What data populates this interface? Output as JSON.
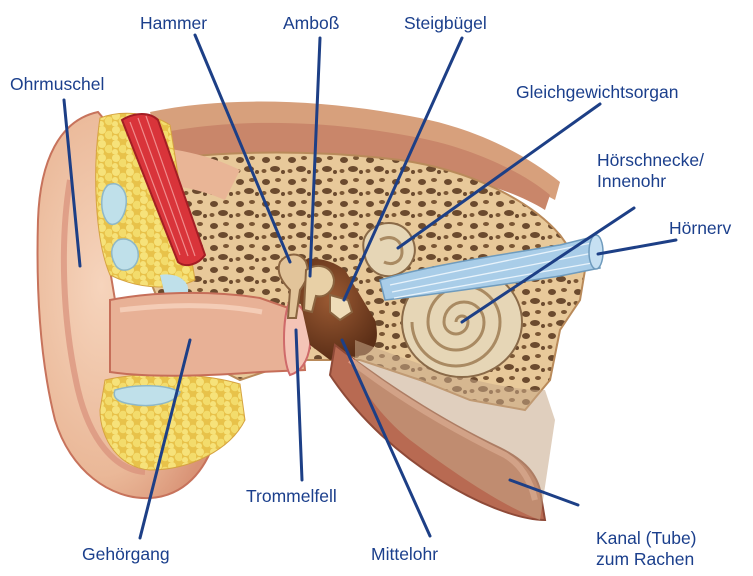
{
  "colors": {
    "label_text": "#1b3f8c",
    "leader_line": "#1d3f86",
    "skin": "#f0c3a5",
    "skin_shadow": "#d98f74",
    "bone_spongy": "#e8c99a",
    "bone_pores": "#6b4a2e",
    "fat": "#f2dd6a",
    "cartilage": "#bfe0ea",
    "muscle": "#d9343a",
    "mucosa": "#c98b66",
    "tympanic_cavity": "#7a4424",
    "tube_wall": "#b86a52",
    "cochlea": "#e6d6b6",
    "nerve": "#a9cde8"
  },
  "labels": {
    "ohrmuschel": "Ohrmuschel",
    "hammer": "Hammer",
    "amboss": "Amboß",
    "steigbuegel": "Steigbügel",
    "gleichgewichtsorgan": "Gleichgewichtsorgan",
    "hoerschnecke": "Hörschnecke/\nInnenohr",
    "hoernerv": "Hörnerv",
    "trommelfell": "Trommelfell",
    "gehoergang": "Gehörgang",
    "mittelohr": "Mittelohr",
    "kanal": "Kanal (Tube)\nzum Rachen"
  },
  "icons": {
    "outer_ear": "outer-ear-illustration",
    "skull_bone": "temporal-bone-illustration",
    "ossicles": "ossicles-illustration",
    "cochlea": "cochlea-spiral-illustration",
    "nerve": "auditory-nerve-illustration"
  }
}
